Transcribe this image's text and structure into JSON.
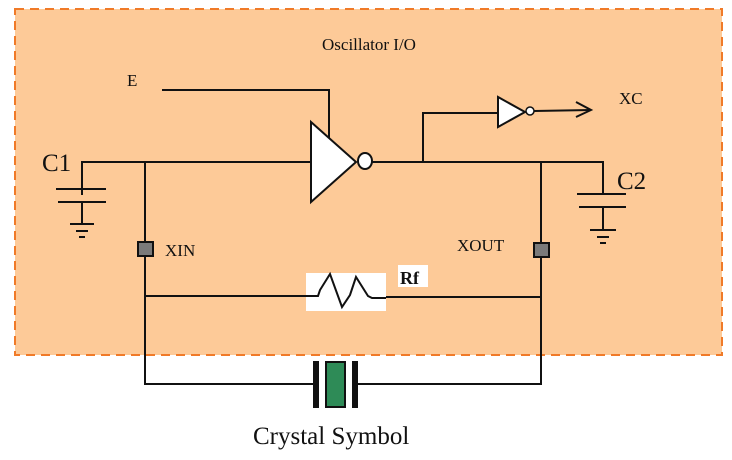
{
  "diagram": {
    "title": "Oscillator I/O",
    "colors": {
      "block_fill": "#fdca98",
      "block_border": "#f07a28",
      "wire": "#111111",
      "pin_fill": "#7a7a7a",
      "crystal_fill": "#2e8b57",
      "gate_fill": "#ffffff"
    },
    "labels": {
      "enable": "E",
      "output": "XC",
      "cap1": "C1",
      "cap2": "C2",
      "pin_in": "XIN",
      "pin_out": "XOUT",
      "resistor": "Rf",
      "crystal_caption": "Crystal Symbol"
    }
  }
}
